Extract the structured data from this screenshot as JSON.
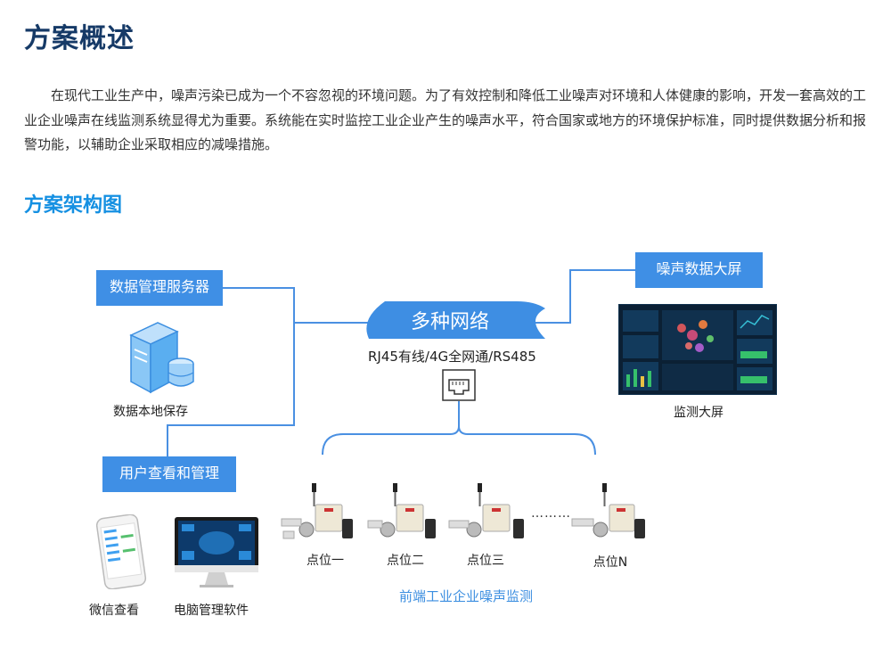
{
  "heading": {
    "title": "方案概述",
    "intro": "在现代工业生产中，噪声污染已成为一个不容忽视的环境问题。为了有效控制和降低工业噪声对环境和人体健康的影响，开发一套高效的工业企业噪声在线监测系统显得尤为重要。系统能在实时监控工业企业产生的噪声水平，符合国家或地方的环境保护标准，同时提供数据分析和报警功能，以辅助企业采取相应的减噪措施。",
    "subtitle": "方案架构图"
  },
  "diagram": {
    "server_box": "数据管理服务器",
    "local_storage": "数据本地保存",
    "user_box": "用户查看和管理",
    "wechat": "微信查看",
    "pc": "电脑管理软件",
    "network": "多种网络",
    "protocols": "RJ45有线/4G全网通/RS485",
    "screen_box": "噪声数据大屏",
    "screen_label": "监测大屏",
    "stations": [
      "点位一",
      "点位二",
      "点位三",
      "点位N"
    ],
    "ellipsis": "………",
    "front_label": "前端工业企业噪声监测",
    "icons": [
      "server-icon",
      "ethernet-port-icon",
      "phone-icon",
      "monitor-icon",
      "noise-sensor-icon"
    ],
    "colors": {
      "box": "#3f8fe5",
      "line": "#4a90e2",
      "title": "#163a67",
      "subtitle": "#1590e2"
    }
  }
}
